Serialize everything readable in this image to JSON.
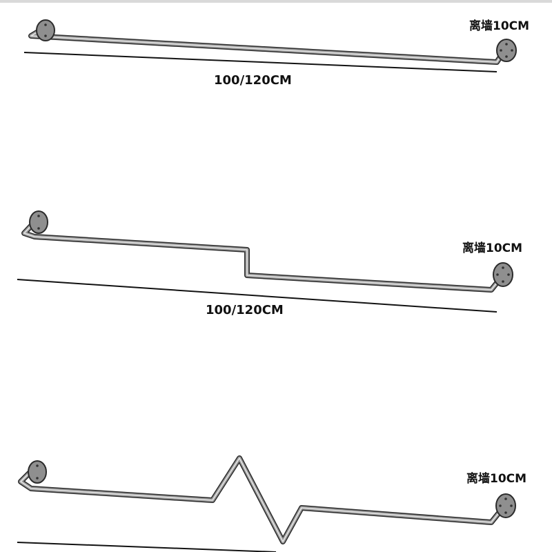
{
  "colors": {
    "background": "#ffffff",
    "pipe_outline": "#2b2b2b",
    "pipe_body": "#9a9a9a",
    "pipe_highlight": "#e6e6e6",
    "flange": "#8f8f8f",
    "dimension_line": "#111111",
    "top_rule": "#d9d9d9"
  },
  "racks": [
    {
      "shape": "straight",
      "offset_label": "离墙10CM",
      "length_label": "100/120CM"
    },
    {
      "shape": "single-step",
      "offset_label": "离墙10CM",
      "length_label": "100/120CM"
    },
    {
      "shape": "zigzag",
      "offset_label": "离墙10CM",
      "length_label": ""
    }
  ]
}
